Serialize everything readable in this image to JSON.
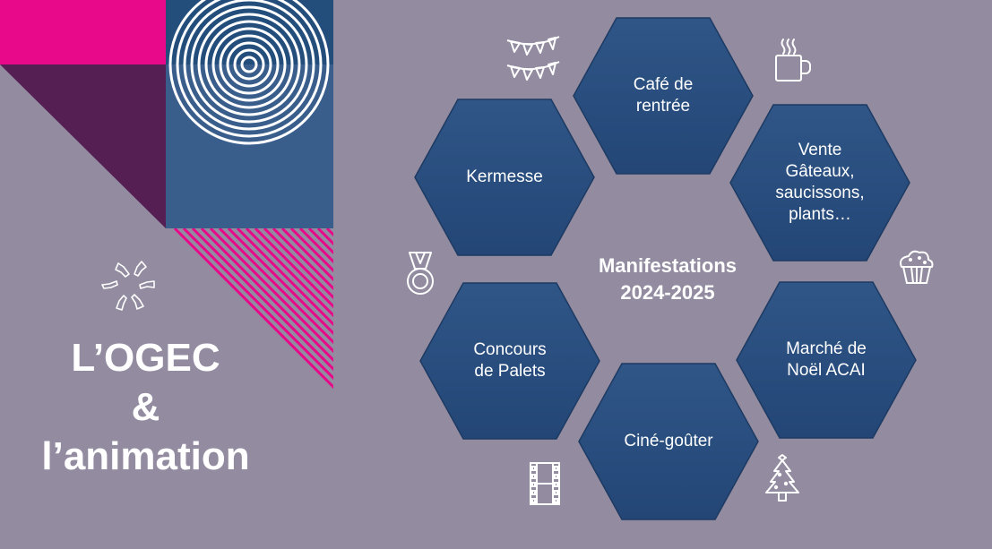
{
  "title": {
    "line1": "L’OGEC",
    "line2": "&",
    "line3": "l’animation"
  },
  "center": {
    "line1": "Manifestations",
    "line2": "2024-2025"
  },
  "events": [
    {
      "label": "Café de\nrentrée"
    },
    {
      "label": "Vente\nGâteaux,\nsaucissons,\nplants…"
    },
    {
      "label": "Marché de\nNoël ACAI"
    },
    {
      "label": "Ciné-goûter"
    },
    {
      "label": "Concours\nde Palets"
    },
    {
      "label": "Kermesse"
    }
  ],
  "icons": [
    "bunting-icon",
    "coffee-cup-icon",
    "cupcake-icon",
    "christmas-tree-icon",
    "film-strip-icon",
    "medal-icon",
    "hands-circle-icon"
  ],
  "colors": {
    "background": "#938ba0",
    "hexagon": "#2a4f7f",
    "magenta": "#e8088a",
    "navy": "#234e7c",
    "plum": "#4f1f52",
    "steel": "#3b5f8c"
  }
}
